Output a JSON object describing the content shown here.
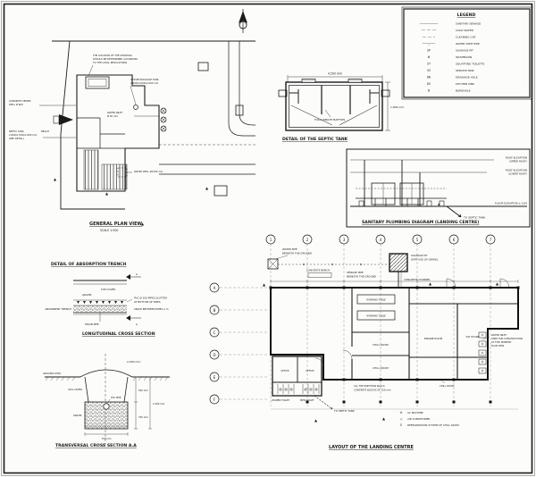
{
  "titles": {
    "general_plan": "GENERAL PLAN VIEW",
    "general_plan_scale": "SCALE 1:500",
    "septic_detail": "DETAIL OF THE SEPTIC TANK",
    "absorption": "DETAIL OF ABSORPTION TRENCH",
    "longitudinal": "LONGITUDINAL CROSS SECTION",
    "transversal": "TRANSVERSAL CROSS SECTION A.A",
    "plumbing": "SANITARY PLUMBING DIAGRAM (LANDING CENTRE)",
    "layout": "LAYOUT OF THE LANDING CENTRE"
  },
  "legend": {
    "title": "LEGEND",
    "items": [
      {
        "symbol": "──────────",
        "label": "SANITARY SEWAGE"
      },
      {
        "symbol": "── ── ──",
        "label": "COLD WATER"
      },
      {
        "symbol": "── ── ⌐",
        "label": "CLEANING CAP"
      },
      {
        "symbol": "───┬───",
        "label": "WATER VENT PIPE"
      },
      {
        "symbol": "SP",
        "label": "SOAKAGE PIT"
      },
      {
        "symbol": "W",
        "label": "WASHBASIN"
      },
      {
        "symbol": "ST",
        "label": "SQUATTING TOILETTE"
      },
      {
        "symbol": "SS",
        "label": "SERVICE SINK"
      },
      {
        "symbol": "DH",
        "label": "DRAINAGE HOLE"
      },
      {
        "symbol": "KS",
        "label": "KITCHEN SINK"
      },
      {
        "symbol": "B",
        "label": "BOREHOLE"
      }
    ]
  },
  "general_plan": {
    "note1": "THE LOCATION OF THE CESSPOOL",
    "note2": "SHOULD BE DETERMINED ACCORDING",
    "note3": "TO THE LOCAL REGULATIONS",
    "cesspit1": "CESSPIT/SOAKAGE TANK",
    "cesspit2": "2,000x2,000x2,000 mm",
    "water_inlet1": "WATER INLET",
    "water_inlet2": "Ø 50 mm",
    "septic1": "SEPTIC TANK",
    "septic2": "2,600x1,500x1,800 mm",
    "septic3": "(SEE DETAIL)",
    "sewer_well1": "CONCRETE SEWER",
    "sewer_well2": "WELL Ø 600",
    "water_well": "WATER WELL Ø1500 mm",
    "beach": "BEACH"
  },
  "septic_detail": {
    "dim_top": "4,500 mm",
    "dim_right": "1,800 mm",
    "baffles": "FULL LENGTH BAFFLES"
  },
  "plumbing": {
    "roof_upper1": "ROOF ELEVATION",
    "roof_upper2": "(UPPER ROOF)",
    "roof_lower1": "ROOF ELEVATION",
    "roof_lower2": "(LOWER ROOF)",
    "floor": "FLOOR ELEVATION ± 0.00",
    "to_septic": "TO SEPTIC TANK"
  },
  "absorption": {
    "top_cover": "TOP COVER",
    "gravel": "GRAVEL",
    "absorbent": "ABSORBENT TRENCH",
    "pipe_note1": "PVC Ø 100 PIPES SLOTTED",
    "pipe_note2": "AT BOTTOM OF PIPES",
    "pipe_note3": "SPACE BETWEEN PIPES 2 m",
    "drain": "DRAIN PIPE",
    "marker": "A"
  },
  "transversal": {
    "ground": "GROUND LEVEL",
    "soil": "SOIL COVER",
    "pipe": "PVC PIPE",
    "gravel": "GRAVEL",
    "d2000": "2,000 mm",
    "d500": "500 mm",
    "d700a": "700 mm",
    "d1500": "1,500 mm",
    "d700b": "700 mm"
  },
  "layout": {
    "grid_cols": [
      "1",
      "2",
      "3",
      "4",
      "5",
      "6",
      "7"
    ],
    "grid_rows": [
      "A",
      "B",
      "C",
      "D",
      "E",
      "F"
    ],
    "rooms": {
      "working_table": "WORKING TABLE",
      "chill_room": "CHILL ROOM",
      "engine_room": "ENGINE ROOM",
      "ice_store": "ICE STORE",
      "office": "OFFICE",
      "women_toilet": "WOMEN TOILET",
      "men_toilet": "MEN TOILET"
    },
    "notes": {
      "water_pipe1": "WATER PIPE",
      "water_pipe2": "BENEATH THE GROUND",
      "concrete_bench": "CONCRETE BENCH",
      "sewage_pipe1": "SEWAGE PIPE",
      "sewage_pipe2": "BENEATH THE GROUND",
      "soakage1": "SOAKAGE PIT",
      "soakage2": "WITH USE OF GRAVEL",
      "channel": "CONCRETE CHANNEL",
      "partition1": "ALL THE PARTITION WALLS",
      "partition2": "CONCRETE BLOCKS OF 150 mm",
      "chill_note": "CHILL ROOM",
      "water_inlet1": "WATER INLET",
      "water_inlet2": "USED FOR CONSTRUCTION",
      "water_inlet3": "AT THIS MOMENT",
      "water_inlet4": "PLAN VIEW",
      "to_septic": "TO SEPTIC TANK"
    },
    "sym_legend": [
      {
        "symbol": "⊘",
        "label": "AC MACHINE"
      },
      {
        "symbol": "◇",
        "label": "AIR CONDITIONER"
      },
      {
        "symbol": "S",
        "label": "REFRIGERATION SYSTEM OF CHILL ROOM"
      }
    ]
  },
  "colors": {
    "ink": "#1b1b1b",
    "paper": "#fcfcfa"
  }
}
